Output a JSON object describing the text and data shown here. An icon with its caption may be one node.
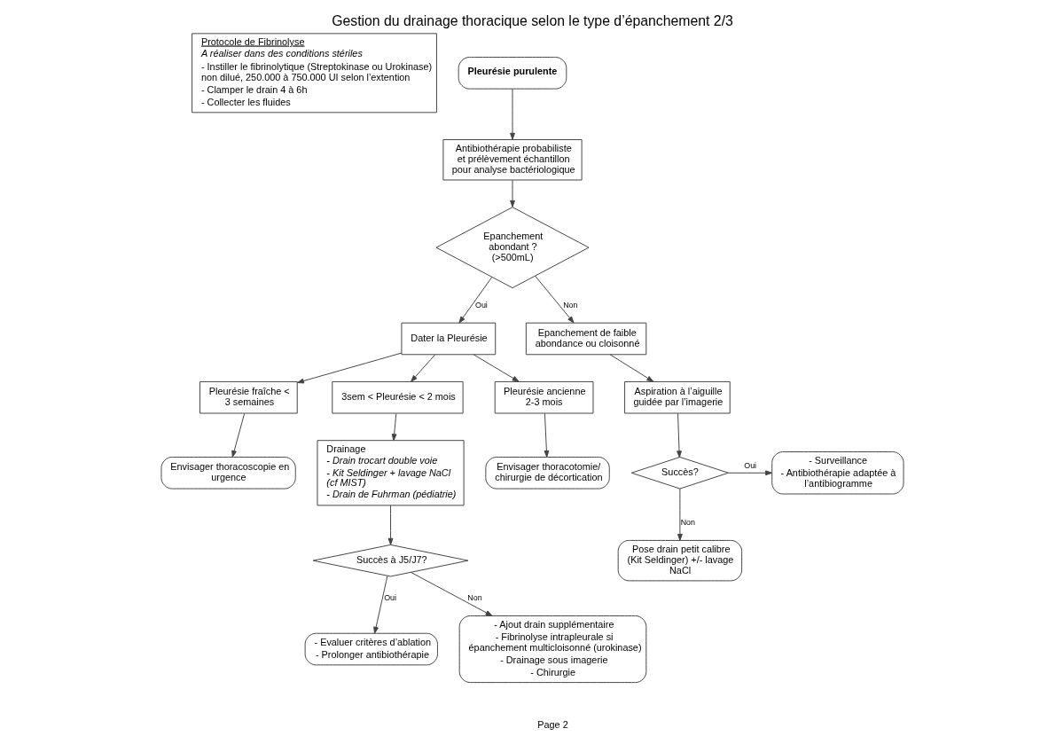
{
  "diagram": {
    "title": "Gestion du drainage thoracique selon le type d’épanchement 2/3",
    "nodes": [
      {
        "text": [
          "Protocole de Fibrinolyse",
          "A réaliser dans des conditions stériles",
          "- Instiller le fibrinolytique (Streptokinase ou Urokinase) non dilué, 250.000 à 750.000 UI selon l’extention",
          "- Clamper le drain 4 à 6h",
          "- Collecter les fluides"
        ]
      },
      {
        "text": [
          "Pleurésie purulente"
        ]
      },
      {
        "text": [
          "Antibiothérapie probabiliste et prélèvement échantillon pour analyse bactériologique"
        ]
      },
      {
        "text": [
          "Epanchement abondant ? (>500mL)"
        ]
      },
      {
        "text": [
          "Dater la Pleurésie"
        ]
      },
      {
        "text": [
          "Epanchement de faible abondance ou cloisonné"
        ]
      },
      {
        "text": [
          "Pleurésie fraîche < 3 semaines"
        ]
      },
      {
        "text": [
          "3sem < Pleurésie < 2 mois"
        ]
      },
      {
        "text": [
          "Pleurésie ancienne 2-3 mois"
        ]
      },
      {
        "text": [
          "Aspiration à l’aiguille guidée par l’imagerie"
        ]
      },
      {
        "text": [
          "Envisager thoracoscopie en urgence"
        ]
      },
      {
        "text": [
          "Drainage",
          "- Drain trocart double voie",
          "- Kit Seldinger + lavage NaCl (cf MIST)",
          "- Drain de Fuhrman (pédiatrie)"
        ]
      },
      {
        "text": [
          "Envisager thoracotomie/ chirurgie de décortication"
        ]
      },
      {
        "text": [
          "Succès?"
        ]
      },
      {
        "text": [
          "- Surveillance",
          "- Antibiothérapie adaptée à l’antibiogramme"
        ]
      },
      {
        "text": [
          "Pose drain petit calibre (Kit Seldinger) +/- lavage NaCl"
        ]
      },
      {
        "text": [
          "Succès à J5/J7?"
        ]
      },
      {
        "text": [
          "- Evaluer critères d’ablation",
          "- Prolonger antibiothérapie"
        ]
      },
      {
        "text": [
          "- Ajout drain supplémentaire",
          "- Fibrinolyse intrapleurale si épanchement multicloisonné (urokinase)",
          "- Drainage sous imagerie",
          "- Chirurgie"
        ]
      }
    ],
    "edges": [
      {
        "from": 1,
        "to": 2,
        "arrow": "to"
      },
      {
        "from": 2,
        "to": 3,
        "arrow": "to"
      },
      {
        "from": 3,
        "to": 4,
        "arrow": "to",
        "label": "Oui"
      },
      {
        "from": 3,
        "to": 5,
        "arrow": "to",
        "label": "Non"
      },
      {
        "from": 4,
        "to": 6,
        "arrow": "to"
      },
      {
        "from": 4,
        "to": 7,
        "arrow": "to"
      },
      {
        "from": 4,
        "to": 8,
        "arrow": "to"
      },
      {
        "from": 5,
        "to": 9,
        "arrow": "to"
      },
      {
        "from": 9,
        "to": 13,
        "arrow": "to"
      },
      {
        "from": 13,
        "to": 14,
        "arrow": "to",
        "label": "Oui"
      },
      {
        "from": 13,
        "to": 15,
        "arrow": "to",
        "label": "Non"
      },
      {
        "from": 6,
        "to": 10,
        "arrow": "to"
      },
      {
        "from": 7,
        "to": 11,
        "arrow": "to"
      },
      {
        "from": 8,
        "to": 12,
        "arrow": "to"
      },
      {
        "from": 11,
        "to": 16,
        "arrow": "to"
      },
      {
        "from": 16,
        "to": 17,
        "arrow": "to",
        "label": "Oui"
      },
      {
        "from": 16,
        "to": 18,
        "arrow": "to",
        "label": "Non"
      }
    ],
    "labels": [
      "Page 2"
    ]
  }
}
